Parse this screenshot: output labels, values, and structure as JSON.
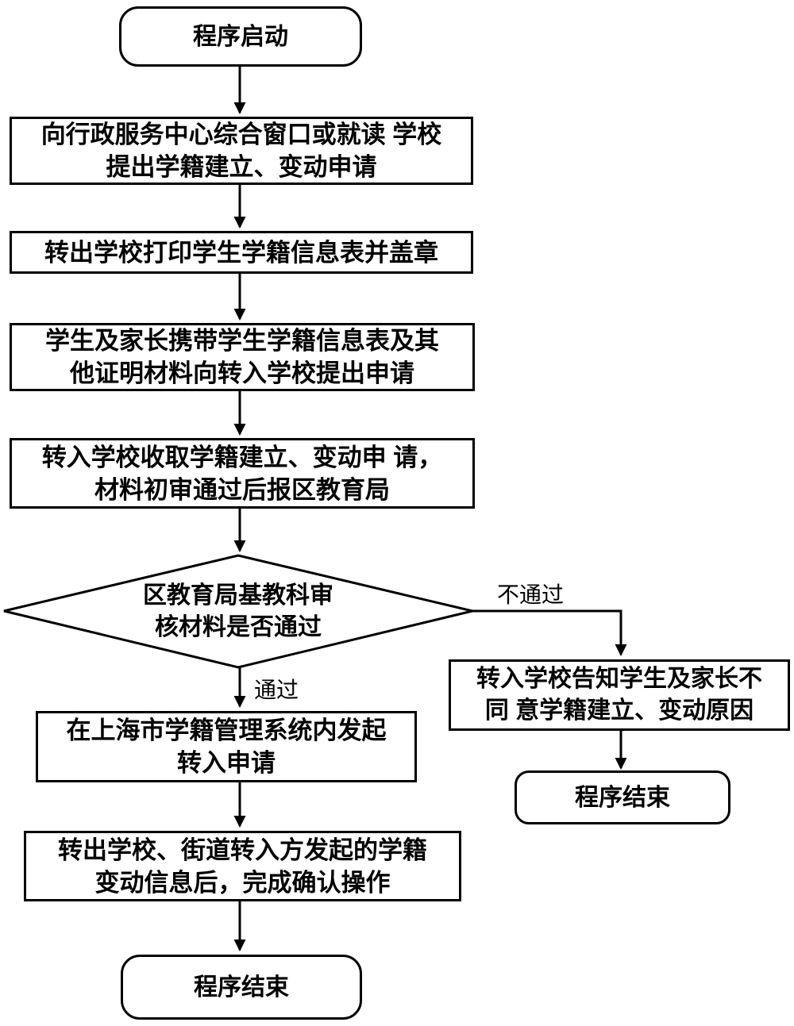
{
  "flowchart": {
    "start": {
      "label": "程序启动"
    },
    "apply": {
      "line1": "向行政服务中心综合窗口或就读 学校",
      "line2": "提出学籍建立、变动申请"
    },
    "print": {
      "line1": "转出学校打印学生学籍信息表并盖章"
    },
    "submit": {
      "line1": "学生及家长携带学生学籍信息表及其",
      "line2": "他证明材料向转入学校提出申请"
    },
    "collect": {
      "line1": "转入学校收取学籍建立、变动申 请，",
      "line2": "材料初审通过后报区教育局"
    },
    "decision": {
      "line1": "区教育局基教科审",
      "line2": "核材料是否通过"
    },
    "labels": {
      "pass": "通过",
      "fail": "不通过"
    },
    "initiate": {
      "line1": "在上海市学籍管理系统内发起",
      "line2": "转入申请"
    },
    "confirm": {
      "line1": "转出学校、街道转入方发起的学籍",
      "line2": "变动信息后，完成确认操作"
    },
    "end_main": {
      "label": "程序结束"
    },
    "notify": {
      "line1": "转入学校告知学生及家长不",
      "line2": "同 意学籍建立、变动原因"
    },
    "end_reject": {
      "label": "程序结束"
    },
    "colors": {
      "stroke": "#000000",
      "fill": "#ffffff",
      "text": "#000000"
    }
  }
}
